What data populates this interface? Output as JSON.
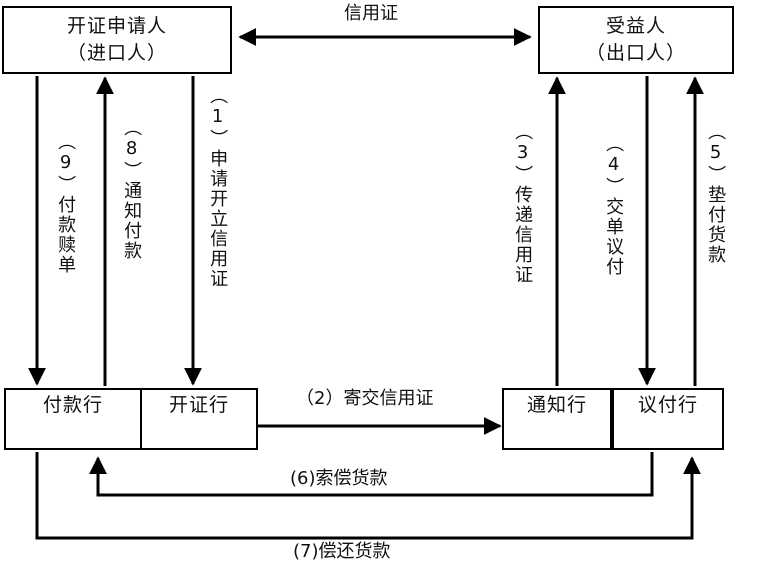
{
  "diagram": {
    "title_text": "信用证",
    "type": "letter-of-credit-flowchart",
    "colors": {
      "line": "#000000",
      "box_border": "#000000",
      "background": "#ffffff",
      "text": "#111111"
    }
  },
  "nodes": {
    "applicant": {
      "label": "开证申请人\n（进口人）"
    },
    "beneficiary": {
      "label": "受益人\n（出口人）"
    },
    "paying_bank": {
      "label": "付款行"
    },
    "issuing_bank": {
      "label": "开证行"
    },
    "advising_bank": {
      "label": "通知行"
    },
    "negotiating_bank": {
      "label": "议付行"
    }
  },
  "edges": {
    "credit": {
      "label": "信用证"
    },
    "step1": {
      "label": "（1）申请开立信用证"
    },
    "step2": {
      "label": "（2）寄交信用证"
    },
    "step3": {
      "label": "（3）传递信用证"
    },
    "step4": {
      "label": "（4）交单议付"
    },
    "step5": {
      "label": "（5）垫付货款"
    },
    "step6": {
      "label": "(6)索偿货款"
    },
    "step7": {
      "label": "(7)偿还货款"
    },
    "step8": {
      "label": "（8）通知付款"
    },
    "step9": {
      "label": "（9）付款赎单"
    }
  }
}
